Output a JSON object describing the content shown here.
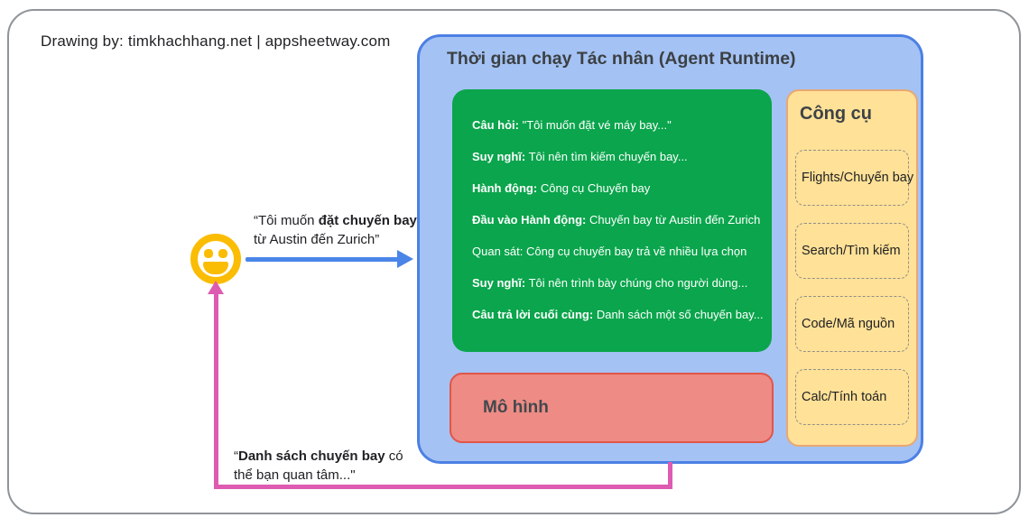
{
  "credit": "Drawing by: timkhachhang.net | appsheetway.com",
  "colors": {
    "blue_accent": "#4A85E8",
    "blue_panel_fill": "#A4C2F4",
    "green_fill": "#0AA54C",
    "red_fill": "#EE8B85",
    "red_border": "#E25549",
    "yellow_fill": "#FFE197",
    "pink_accent": "#DD5CB1",
    "smiley_yellow": "#FBBC04"
  },
  "user_request": {
    "line1_prefix": "“Tôi muốn ",
    "line1_bold": "đặt chuyến bay",
    "line2": "từ Austin đến Zurich”"
  },
  "agent_runtime": {
    "title": "Thời gian chạy Tác nhân (Agent Runtime)",
    "trace_lines": [
      {
        "label": "Câu hỏi:",
        "text": "\"Tôi muốn đặt vé máy bay...\""
      },
      {
        "label": "Suy nghĩ:",
        "text": "Tôi nên tìm kiếm chuyến bay..."
      },
      {
        "label": "Hành động:",
        "text": "Công cụ Chuyến bay"
      },
      {
        "label": "Đầu vào Hành động:",
        "text": "Chuyến bay từ Austin đến Zurich"
      },
      {
        "label": "Quan sát:",
        "text": "Công cụ chuyến bay trả về nhiều lựa chọn"
      },
      {
        "label": "Suy nghĩ:",
        "text": "Tôi nên trình bày chúng cho người dùng..."
      },
      {
        "label": "Câu trả lời cuối cùng:",
        "text": "Danh sách một số chuyến bay..."
      }
    ],
    "model_label": "Mô hình",
    "tools_panel": {
      "title": "Công cụ",
      "tools": [
        "Flights/Chuyến bay",
        "Search/Tìm kiếm",
        "Code/Mã nguồn",
        "Calc/Tính toán"
      ]
    }
  },
  "feedback": {
    "line1_prefix": "“",
    "line1_bold": "Danh sách chuyến bay",
    "line1_rest": " có",
    "line2": "thể bạn quan tâm...\""
  }
}
